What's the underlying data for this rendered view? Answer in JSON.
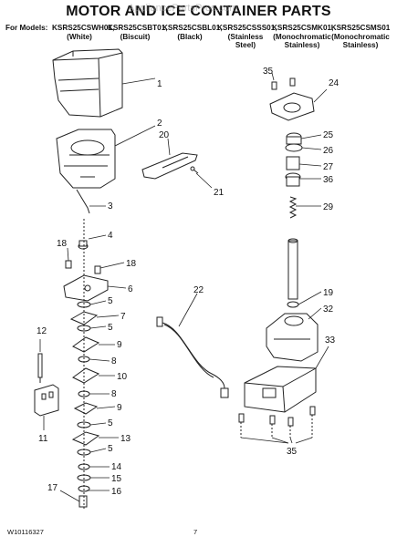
{
  "page": {
    "title": "MOTOR AND ICE CONTAINER PARTS",
    "watermark": "AppliancePartsPros.com",
    "models_label": "For Models:",
    "footer_code": "W10116327",
    "page_number": "7"
  },
  "models": [
    {
      "code": "KSRS25CSWH01,",
      "color": "(White)"
    },
    {
      "code": "KSRS25CSBT01,",
      "color": "(Biscuit)"
    },
    {
      "code": "KSRS25CSBL01,",
      "color": "(Black)"
    },
    {
      "code": "KSRS25CSSS01,",
      "color": "(Stainless Steel)"
    },
    {
      "code": "KSRS25CSMK01,",
      "color": "(Monochromatic Stainless)"
    },
    {
      "code": "KSRS25CSMS01",
      "color": "(Monochromatic Stainless)"
    }
  ],
  "callouts": [
    "1",
    "2",
    "20",
    "21",
    "3",
    "4",
    "18",
    "18",
    "6",
    "5",
    "7",
    "5",
    "9",
    "8",
    "10",
    "8",
    "9",
    "5",
    "13",
    "5",
    "14",
    "15",
    "16",
    "17",
    "12",
    "11",
    "22",
    "35",
    "24",
    "25",
    "26",
    "27",
    "36",
    "29",
    "19",
    "32",
    "33",
    "35"
  ]
}
